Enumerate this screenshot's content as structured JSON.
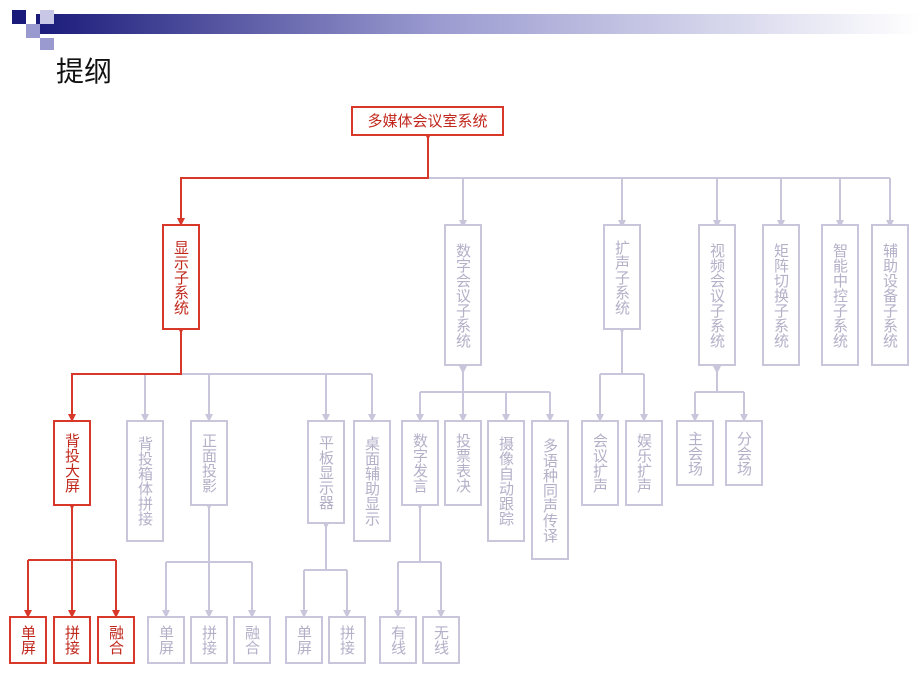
{
  "title": "提纲",
  "colors": {
    "active": "#d8382a",
    "inactive": "#c9c6dc",
    "active_text": "#c0281c",
    "inactive_text": "#b3b0c8"
  },
  "nodes": {
    "root": "多媒体会议室系统",
    "display": "显示子系统",
    "digital_conf": "数字会议子系统",
    "pa": "扩声子系统",
    "video_conf": "视频会议子系统",
    "matrix": "矩阵切换子系统",
    "central": "智能中控子系统",
    "aux": "辅助设备子系统",
    "rear_big": "背投大屏",
    "rear_box": "背投箱体拼接",
    "front_proj": "正面投影",
    "flat_panel": "平板显示器",
    "desk_aux": "桌面辅助显示",
    "digital_speech": "数字发言",
    "voting": "投票表决",
    "camera": "摄像自动跟踪",
    "multilang": "多语种同声传译",
    "conf_pa": "会议扩声",
    "ent_pa": "娱乐扩声",
    "main_venue": "主会场",
    "sub_venue": "分会场",
    "rb_single": "单屏",
    "rb_splice": "拼接",
    "rb_fusion": "融合",
    "fp_single": "单屏",
    "fp_splice": "拼接",
    "fp_fusion": "融合",
    "flat_single": "单屏",
    "flat_splice": "拼接",
    "wired": "有线",
    "wireless": "无线"
  }
}
